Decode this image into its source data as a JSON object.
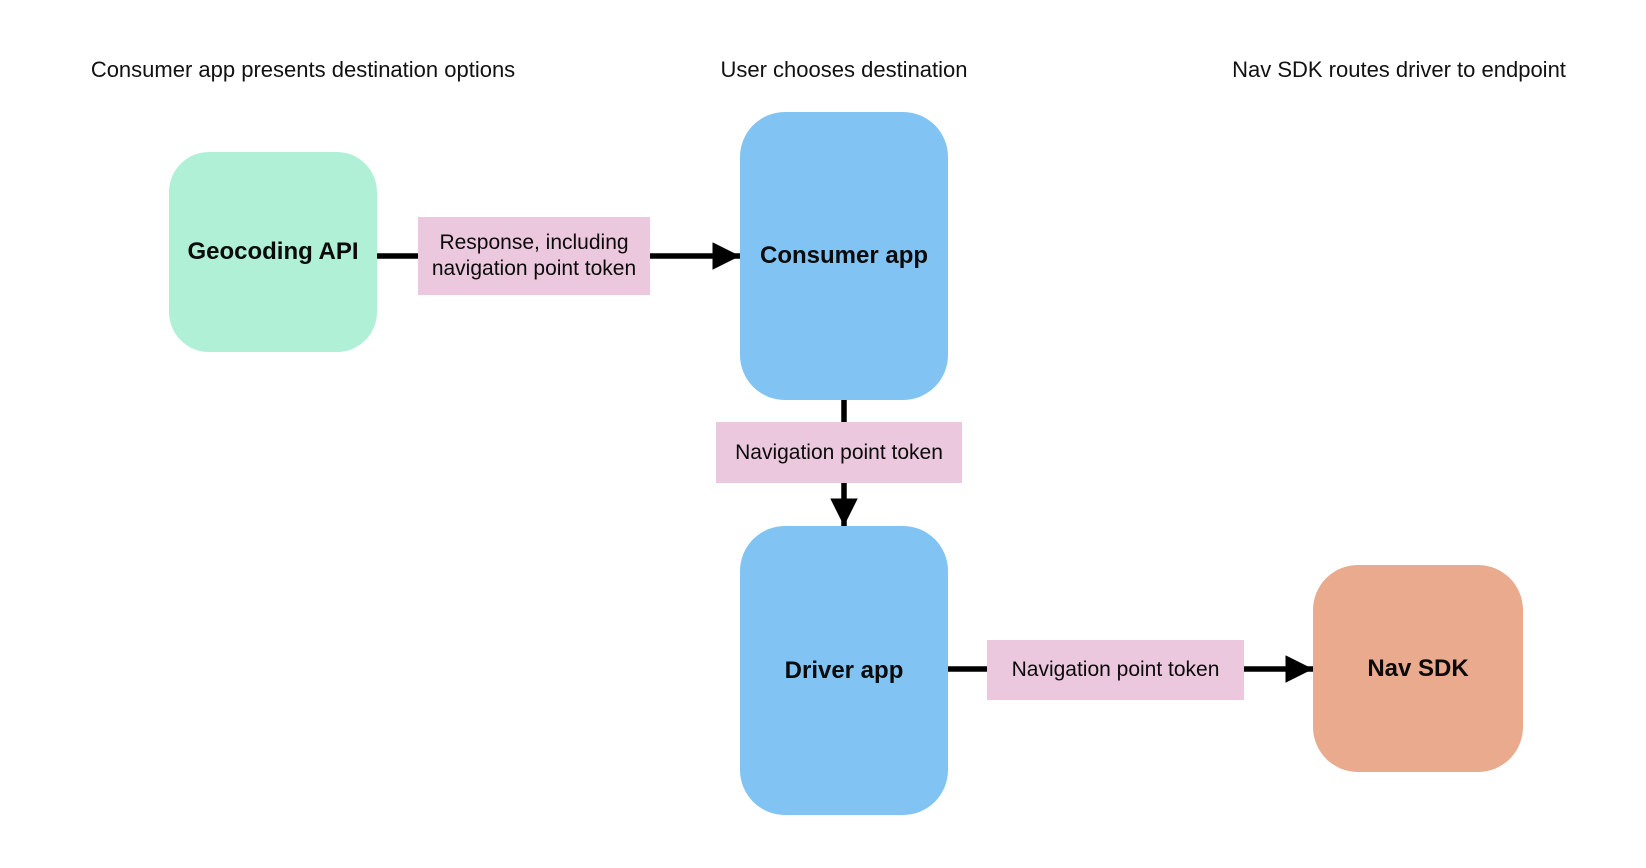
{
  "stage_headers": [
    {
      "label": "Consumer app presents destination options"
    },
    {
      "label": "User chooses destination"
    },
    {
      "label": "Nav SDK routes driver to endpoint"
    }
  ],
  "nodes": {
    "geocoding_api": {
      "label": "Geocoding API",
      "color": "#aff0d6"
    },
    "consumer_app": {
      "label": "Consumer app",
      "color": "#81c3f2"
    },
    "driver_app": {
      "label": "Driver app",
      "color": "#81c3f2"
    },
    "nav_sdk": {
      "label": "Nav SDK",
      "color": "#e9aa8e"
    }
  },
  "edges": {
    "geocoding_to_consumer": {
      "label": "Response, including navigation point token"
    },
    "consumer_to_driver": {
      "label": "Navigation point token"
    },
    "driver_to_navsdk": {
      "label": "Navigation point token"
    }
  },
  "colors": {
    "edge_label_bg": "#ebc8dd",
    "arrow": "#000000",
    "background": "#ffffff",
    "text": "#000000"
  }
}
